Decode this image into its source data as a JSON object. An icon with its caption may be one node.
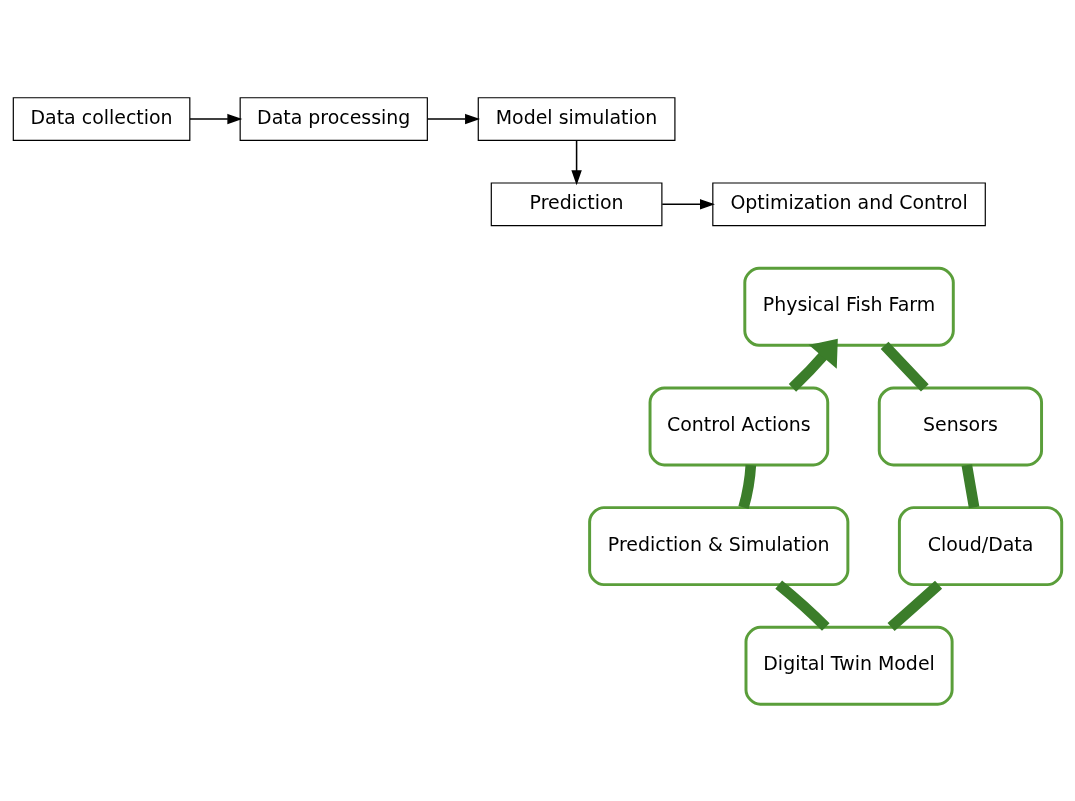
{
  "diagram": {
    "nodes": [
      {
        "text": [
          "Data collection"
        ]
      },
      {
        "text": [
          "Data processing"
        ]
      },
      {
        "text": [
          "Model simulation"
        ]
      },
      {
        "text": [
          "Prediction"
        ]
      },
      {
        "text": [
          "Optimization and Control"
        ]
      },
      {
        "text": [
          "Physical Fish Farm"
        ]
      },
      {
        "text": [
          "Sensors"
        ]
      },
      {
        "text": [
          "Cloud/Data"
        ]
      },
      {
        "text": [
          "Digital Twin Model"
        ]
      },
      {
        "text": [
          "Prediction & Simulation"
        ]
      },
      {
        "text": [
          "Control Actions"
        ]
      }
    ],
    "edges": [
      {
        "from": 0,
        "to": 1,
        "arrow": "to",
        "color": "#000000"
      },
      {
        "from": 1,
        "to": 2,
        "arrow": "to",
        "color": "#000000"
      },
      {
        "from": 2,
        "to": 3,
        "arrow": "to",
        "color": "#000000"
      },
      {
        "from": 3,
        "to": 4,
        "arrow": "to",
        "color": "#000000"
      },
      {
        "from": 5,
        "to": 6,
        "arrow": "none"
      },
      {
        "from": 6,
        "to": 7,
        "arrow": "none"
      },
      {
        "from": 7,
        "to": 8,
        "arrow": "none"
      },
      {
        "from": 8,
        "to": 9,
        "arrow": "none"
      },
      {
        "from": 9,
        "to": 10,
        "arrow": "none"
      },
      {
        "from": 10,
        "to": 5,
        "arrow": "to"
      }
    ]
  }
}
